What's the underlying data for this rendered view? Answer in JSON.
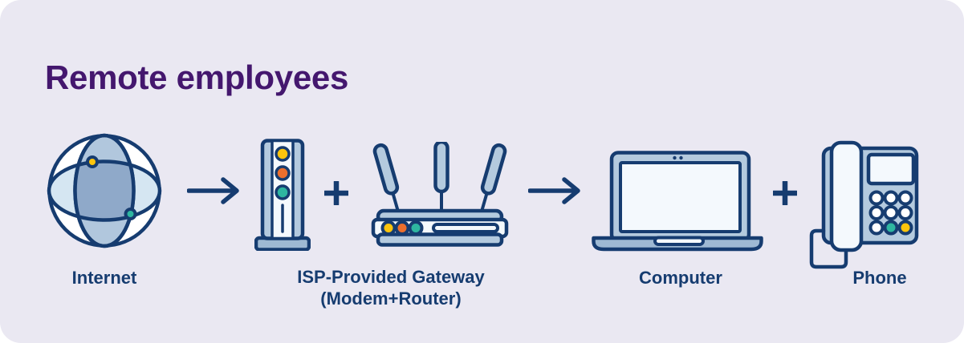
{
  "page": {
    "title": "Remote employees"
  },
  "diagram": {
    "internet": {
      "label": "Internet",
      "icon": "globe-icon"
    },
    "gateway": {
      "label": "ISP-Provided Gateway",
      "sublabel": "(Modem+Router)",
      "icons": [
        "modem-icon",
        "router-icon"
      ]
    },
    "computer": {
      "label": "Computer",
      "icon": "laptop-icon"
    },
    "phone": {
      "label": "Phone",
      "icon": "desk-phone-icon"
    },
    "connectors": [
      {
        "type": "arrow",
        "icon": "arrow-right-icon",
        "from": "internet",
        "to": "gateway"
      },
      {
        "type": "plus",
        "icon": "plus-icon",
        "between": [
          "modem",
          "router"
        ]
      },
      {
        "type": "arrow",
        "icon": "arrow-right-icon",
        "from": "gateway",
        "to": "computer"
      },
      {
        "type": "plus",
        "icon": "plus-icon",
        "between": [
          "computer",
          "phone"
        ]
      }
    ]
  },
  "colors": {
    "background": "#ffffff",
    "panel": "#eae8f2",
    "outline_navy": "#163c70",
    "title_purple": "#44176e",
    "device_fill": "#b4cade",
    "device_fill_dark": "#9eb9d3",
    "screen_fill": "#f4f9fd",
    "globe_light": "#d5e6f2",
    "globe_medium": "#b1c7dd",
    "globe_dark": "#8fa9c9",
    "led_yellow": "#fcc40c",
    "led_orange": "#ec6f2d",
    "led_teal": "#2eb6a0"
  }
}
